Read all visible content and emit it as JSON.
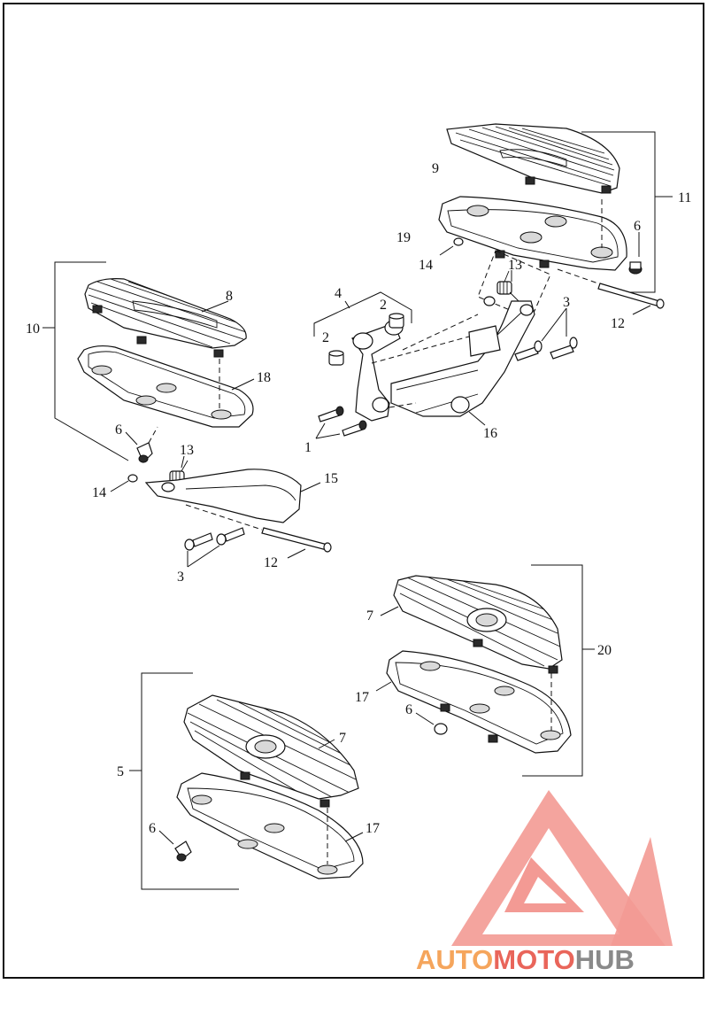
{
  "callouts": {
    "c1": "1",
    "c2a": "2",
    "c2b": "2",
    "c3a": "3",
    "c3b": "3",
    "c4": "4",
    "c5": "5",
    "c6a": "6",
    "c6b": "6",
    "c6c": "6",
    "c6d": "6",
    "c7a": "7",
    "c7b": "7",
    "c8": "8",
    "c9": "9",
    "c10": "10",
    "c11": "11",
    "c12a": "12",
    "c12b": "12",
    "c13a": "13",
    "c13b": "13",
    "c14a": "14",
    "c14b": "14",
    "c15": "15",
    "c16": "16",
    "c17a": "17",
    "c17b": "17",
    "c18": "18",
    "c19": "19",
    "c20": "20"
  },
  "watermark": {
    "part1": "AUTO",
    "part2": "MOTO",
    "part3": "HUB",
    "colors": {
      "orange": "#f5a55c",
      "red": "#e9655a",
      "grey": "#8a8a8a",
      "logo": "#f39a94"
    }
  },
  "diagram_colors": {
    "line": "#111111",
    "background": "#ffffff"
  }
}
